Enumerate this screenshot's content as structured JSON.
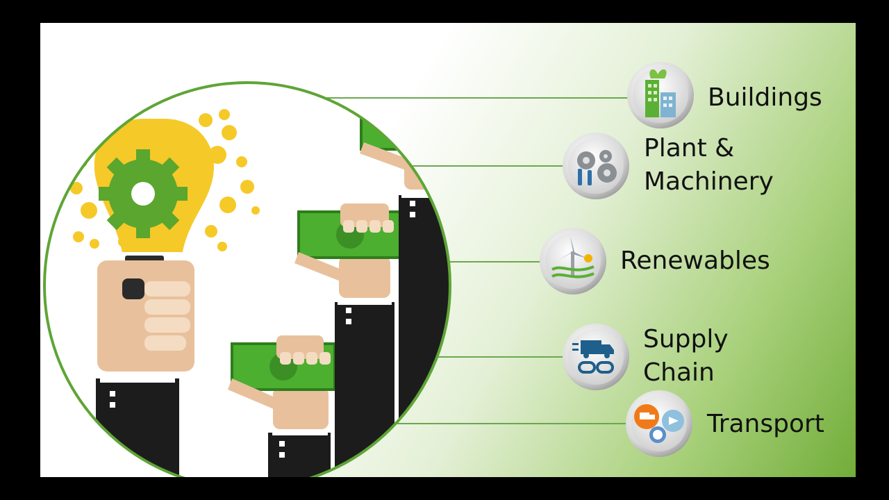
{
  "categories": [
    {
      "id": "buildings",
      "label_lines": [
        "Buildings"
      ],
      "icon": "buildings-icon"
    },
    {
      "id": "plant",
      "label_lines": [
        "Plant &",
        "Machinery"
      ],
      "icon": "gears-icon"
    },
    {
      "id": "renewables",
      "label_lines": [
        "Renewables"
      ],
      "icon": "wind-turbine-icon"
    },
    {
      "id": "supply",
      "label_lines": [
        "Supply",
        "Chain"
      ],
      "icon": "truck-chain-icon"
    },
    {
      "id": "transport",
      "label_lines": [
        "Transport"
      ],
      "icon": "transport-icon"
    }
  ],
  "colors": {
    "accent_green": "#5ea536",
    "money_green": "#4caf2f",
    "bulb_yellow": "#f5c928",
    "gear_green": "#5aa62e",
    "suit": "#1c1c1c",
    "skin": "#e8c19c"
  }
}
